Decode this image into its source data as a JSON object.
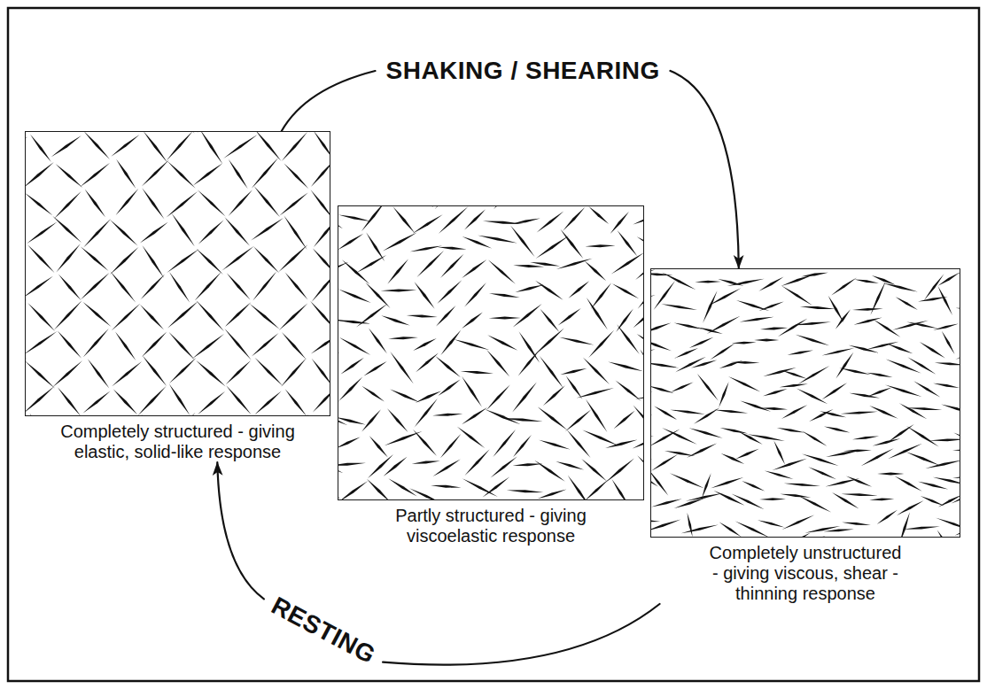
{
  "diagram": {
    "nodes": [
      {
        "text": [
          "Completely structured - giving elastic, solid-like response"
        ]
      },
      {
        "text": [
          "Partly structured - giving viscoelastic response"
        ]
      },
      {
        "text": [
          "Completely unstructured - giving viscous, shear -thinning response"
        ]
      }
    ],
    "edges": [
      {
        "from": 0,
        "to": 2,
        "arrow": "to",
        "label": "SHAKING / SHEARING"
      },
      {
        "from": 2,
        "to": 0,
        "arrow": "to",
        "label": "RESTING"
      }
    ]
  }
}
